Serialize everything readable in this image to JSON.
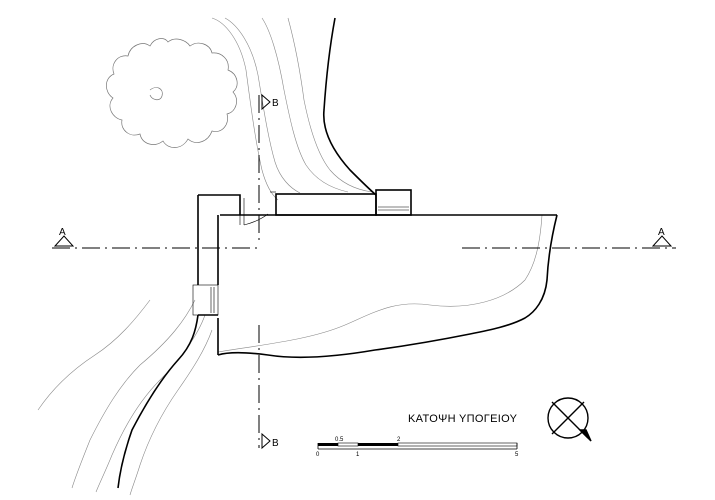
{
  "drawing": {
    "title": "ΚΑΤΟΨΗ ΥΠΟΓΕΙΟΥ",
    "section_a": {
      "label_left": "A",
      "label_right": "A"
    },
    "section_b": {
      "label_top": "B",
      "label_bottom": "B"
    }
  },
  "scale_bar": {
    "labels_top": [
      "0.5",
      "2"
    ],
    "labels_bottom": [
      "0",
      "1",
      "5"
    ]
  },
  "north_arrow": {
    "icon": "north-arrow-icon"
  },
  "vegetation": {
    "icon": "tree-canopy-icon"
  }
}
